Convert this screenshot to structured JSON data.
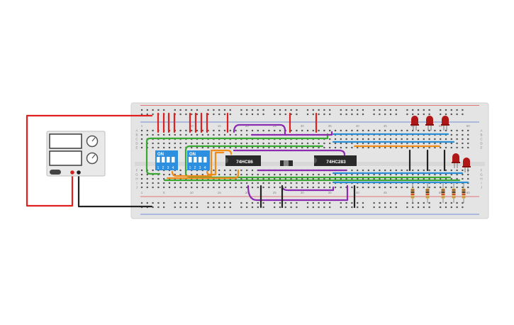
{
  "breadboard": {
    "column_numbers": [
      "1",
      "5",
      "10",
      "15",
      "20",
      "25",
      "30",
      "35",
      "40",
      "45",
      "50",
      "55",
      "60"
    ],
    "row_letters_top": [
      "A",
      "B",
      "C",
      "D",
      "E"
    ],
    "row_letters_bottom": [
      "F",
      "G",
      "H",
      "I",
      "J"
    ]
  },
  "chips": {
    "xor_gate": "74HC86",
    "adder": "74HC283"
  },
  "dip_switches": [
    {
      "header": "ON",
      "positions": [
        "1",
        "2",
        "3",
        "4"
      ]
    },
    {
      "header": "ON",
      "positions": [
        "1",
        "2",
        "3",
        "4"
      ]
    }
  ],
  "colors": {
    "red_wire": "#e02020",
    "black_wire": "#222222",
    "green_wire": "#3aa832",
    "blue_wire": "#2a8fd6",
    "orange_wire": "#f08c1a",
    "purple_wire": "#8a2bb0",
    "dip_switch": "#2d8fe0",
    "led": "#b01818",
    "board": "#e4e4e4"
  },
  "icons": [
    "power-supply-icon",
    "dip-switch-icon",
    "ic-chip-icon",
    "led-icon",
    "resistor-icon",
    "pushbutton-icon"
  ]
}
